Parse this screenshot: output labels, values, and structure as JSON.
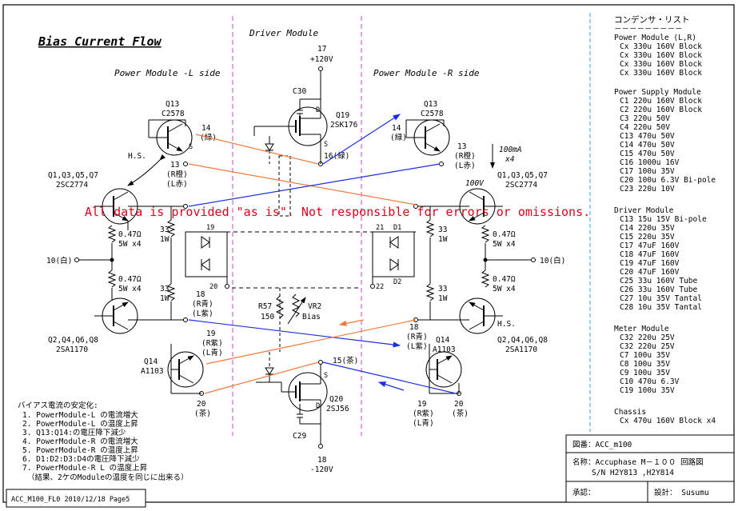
{
  "title": "Bias Current Flow",
  "headers": {
    "driver": "Driver Module",
    "left": "Power Module -L side",
    "right": "Power Module -R side"
  },
  "disclaimer": "All data is provided \"as is\". Not responsible for errors or omissions.",
  "supply": {
    "pos_pin": "17",
    "pos_v": "+120V",
    "neg_pin": "18",
    "neg_v": "-120V"
  },
  "parts": {
    "c30": "C30",
    "c29": "C29",
    "q19": "Q19",
    "q19_type": "2SK176",
    "q20": "Q20",
    "q20_type": "2SJ56",
    "q13": "Q13",
    "q13_type": "C2578",
    "q14": "Q14",
    "q14_type": "A1103",
    "upper_out": "Q1,Q3,Q5,Q7",
    "upper_out_type": "2SC2774",
    "lower_out": "Q2,Q4,Q6,Q8",
    "lower_out_type": "2SA1170",
    "r57": "R57",
    "r57_val": "150",
    "vr2": "VR2",
    "vr2_name": "Bias",
    "d1": "D1",
    "d2": "D2",
    "r33": "33",
    "r33_w": "1W",
    "r047": "0.47Ω",
    "r047_w": "5W x4",
    "hs": "H.S.",
    "current": "100mA",
    "current_mult": "x4",
    "volt_100": "100V",
    "pin_d": "D",
    "pin_s": "S"
  },
  "labels": {
    "l14": "14",
    "l14_c": "(緑)",
    "l13": "13",
    "l13_c1": "(R橙)",
    "l13_c2": "(L赤)",
    "r14": "14",
    "r14_c": "(緑)",
    "r13": "13",
    "r13_c1": "(R橙)",
    "r13_c2": "(L赤)",
    "p16": "16(緑)",
    "p15": "15(茶)",
    "l18": "18",
    "l18_c1": "(R青)",
    "l18_c2": "(L紫)",
    "l19": "19",
    "l19_c1": "(R紫)",
    "l19_c2": "(L青)",
    "r18": "18",
    "r18_c1": "(R青)",
    "r18_c2": "(L紫)",
    "r19": "19",
    "r19_c1": "(R紫)",
    "r19_c2": "(L青)",
    "l20": "20",
    "l20_c": "(茶)",
    "r20": "20",
    "r20_c": "(茶)",
    "n19": "19",
    "n20": "20",
    "n21": "21",
    "n22": "22",
    "out_l": "10(白)",
    "out_r": "10(白)"
  },
  "notes": {
    "heading": "バイアス電流の安定化:",
    "items": [
      "1. PowerModule-L の電流増大",
      "2. PowerModule-L の温度上昇",
      "3. Q13:Q14:の電圧降下減少",
      "4. PowerModule-R の電流増大",
      "5. PowerModule-R の温度上昇",
      "6. D1:D2:D3:D4の電圧降下減少",
      "7. PowerModule-R L の温度上昇",
      "（結果、2ケのModuleの温度を同じに出来る）"
    ]
  },
  "footer": "ACC_M100_FL0 2010/12/18 Page5",
  "capacitor_list": {
    "title": "コンデンサ・リスト",
    "underline": "－－－－－－－－－",
    "groups": [
      {
        "name": "Power Module (L,R)",
        "items": [
          "Cx  330u 160V Block",
          "Cx  330u 160V Block",
          "Cx  330u 160V Block",
          "Cx  330u 160V Block"
        ]
      },
      {
        "name": "Power Supply Module",
        "items": [
          "C1 220u 160V Block",
          "C2 220u 160V Block",
          "C3 220u 50V",
          "C4 220u 50V",
          "C13 470u 50V",
          "C14 470u 50V",
          "C15 470u 50V",
          "C16 1000u 16V",
          "C17 100u 35V",
          "C20 100u 6.3V Bi-pole",
          "C23 220u 10V"
        ]
      },
      {
        "name": "Driver Module",
        "items": [
          "C13 15u 15V Bi-pole",
          "C14 220u 35V",
          "C15 220u 35V",
          "C17 47uF 160V",
          "C18 47uF 160V",
          "C19 47uF 160V",
          "C20 47uF 160V",
          "C25 33u 160V Tube",
          "C26 33u 160V Tube",
          "C27 10u 35V Tantal",
          "C28 10u 35V Tantal"
        ]
      },
      {
        "name": "Meter Module",
        "items": [
          "C32 220u 25V",
          "C32 220u 25V",
          "C7  100u 35V",
          "C8  100u 35V",
          "C9  100u 35V",
          "C10  470u 6.3V",
          "C19  100u 35V"
        ]
      },
      {
        "name": "Chassis",
        "items": [
          "Cx  470u 160V Block  x4"
        ]
      }
    ]
  },
  "title_block": {
    "drawing_no": "図番：ACC_m100",
    "name": "名称：Accuphase M－１００ 回路図",
    "sn": "S/N  H2Y813 ,H2Y814",
    "approved": "承認：",
    "designed": "設計： Susumu"
  },
  "colors": {
    "orange": "#f07a3c",
    "blue": "#1c2ee0",
    "magenta": "#cc44cc",
    "red": "#e0001a",
    "sky": "#2e9be0"
  }
}
